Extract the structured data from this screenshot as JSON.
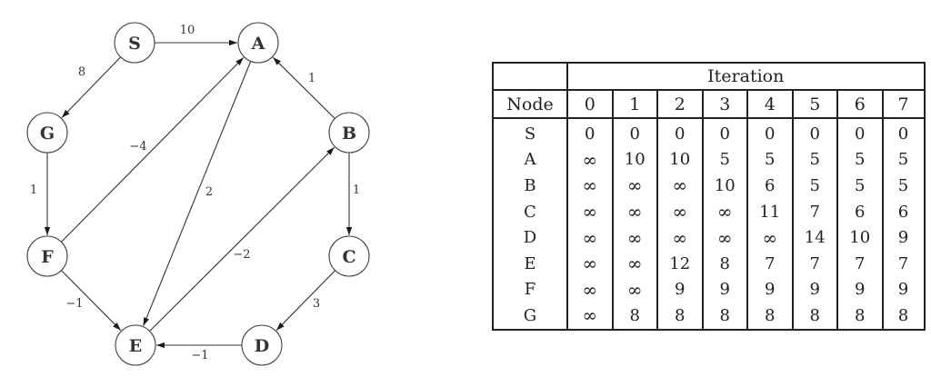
{
  "graph": {
    "nodes": [
      {
        "id": "S",
        "label": "S"
      },
      {
        "id": "A",
        "label": "A"
      },
      {
        "id": "B",
        "label": "B"
      },
      {
        "id": "C",
        "label": "C"
      },
      {
        "id": "D",
        "label": "D"
      },
      {
        "id": "E",
        "label": "E"
      },
      {
        "id": "F",
        "label": "F"
      },
      {
        "id": "G",
        "label": "G"
      }
    ],
    "edges": [
      {
        "from": "S",
        "to": "A",
        "weight": "10"
      },
      {
        "from": "S",
        "to": "G",
        "weight": "8"
      },
      {
        "from": "G",
        "to": "F",
        "weight": "1"
      },
      {
        "from": "F",
        "to": "A",
        "weight": "−4"
      },
      {
        "from": "F",
        "to": "E",
        "weight": "−1"
      },
      {
        "from": "A",
        "to": "E",
        "weight": "2"
      },
      {
        "from": "B",
        "to": "A",
        "weight": "1"
      },
      {
        "from": "B",
        "to": "C",
        "weight": "1"
      },
      {
        "from": "C",
        "to": "D",
        "weight": "3"
      },
      {
        "from": "D",
        "to": "E",
        "weight": "−1"
      },
      {
        "from": "E",
        "to": "B",
        "weight": "−2"
      }
    ]
  },
  "table": {
    "group_header": "Iteration",
    "node_header": "Node",
    "iterations": [
      "0",
      "1",
      "2",
      "3",
      "4",
      "5",
      "6",
      "7"
    ],
    "rows": [
      {
        "node": "S",
        "values": [
          "0",
          "0",
          "0",
          "0",
          "0",
          "0",
          "0",
          "0"
        ]
      },
      {
        "node": "A",
        "values": [
          "∞",
          "10",
          "10",
          "5",
          "5",
          "5",
          "5",
          "5"
        ]
      },
      {
        "node": "B",
        "values": [
          "∞",
          "∞",
          "∞",
          "10",
          "6",
          "5",
          "5",
          "5"
        ]
      },
      {
        "node": "C",
        "values": [
          "∞",
          "∞",
          "∞",
          "∞",
          "11",
          "7",
          "6",
          "6"
        ]
      },
      {
        "node": "D",
        "values": [
          "∞",
          "∞",
          "∞",
          "∞",
          "∞",
          "14",
          "10",
          "9"
        ]
      },
      {
        "node": "E",
        "values": [
          "∞",
          "∞",
          "12",
          "8",
          "7",
          "7",
          "7",
          "7"
        ]
      },
      {
        "node": "F",
        "values": [
          "∞",
          "∞",
          "9",
          "9",
          "9",
          "9",
          "9",
          "9"
        ]
      },
      {
        "node": "G",
        "values": [
          "∞",
          "8",
          "8",
          "8",
          "8",
          "8",
          "8",
          "8"
        ]
      }
    ]
  }
}
